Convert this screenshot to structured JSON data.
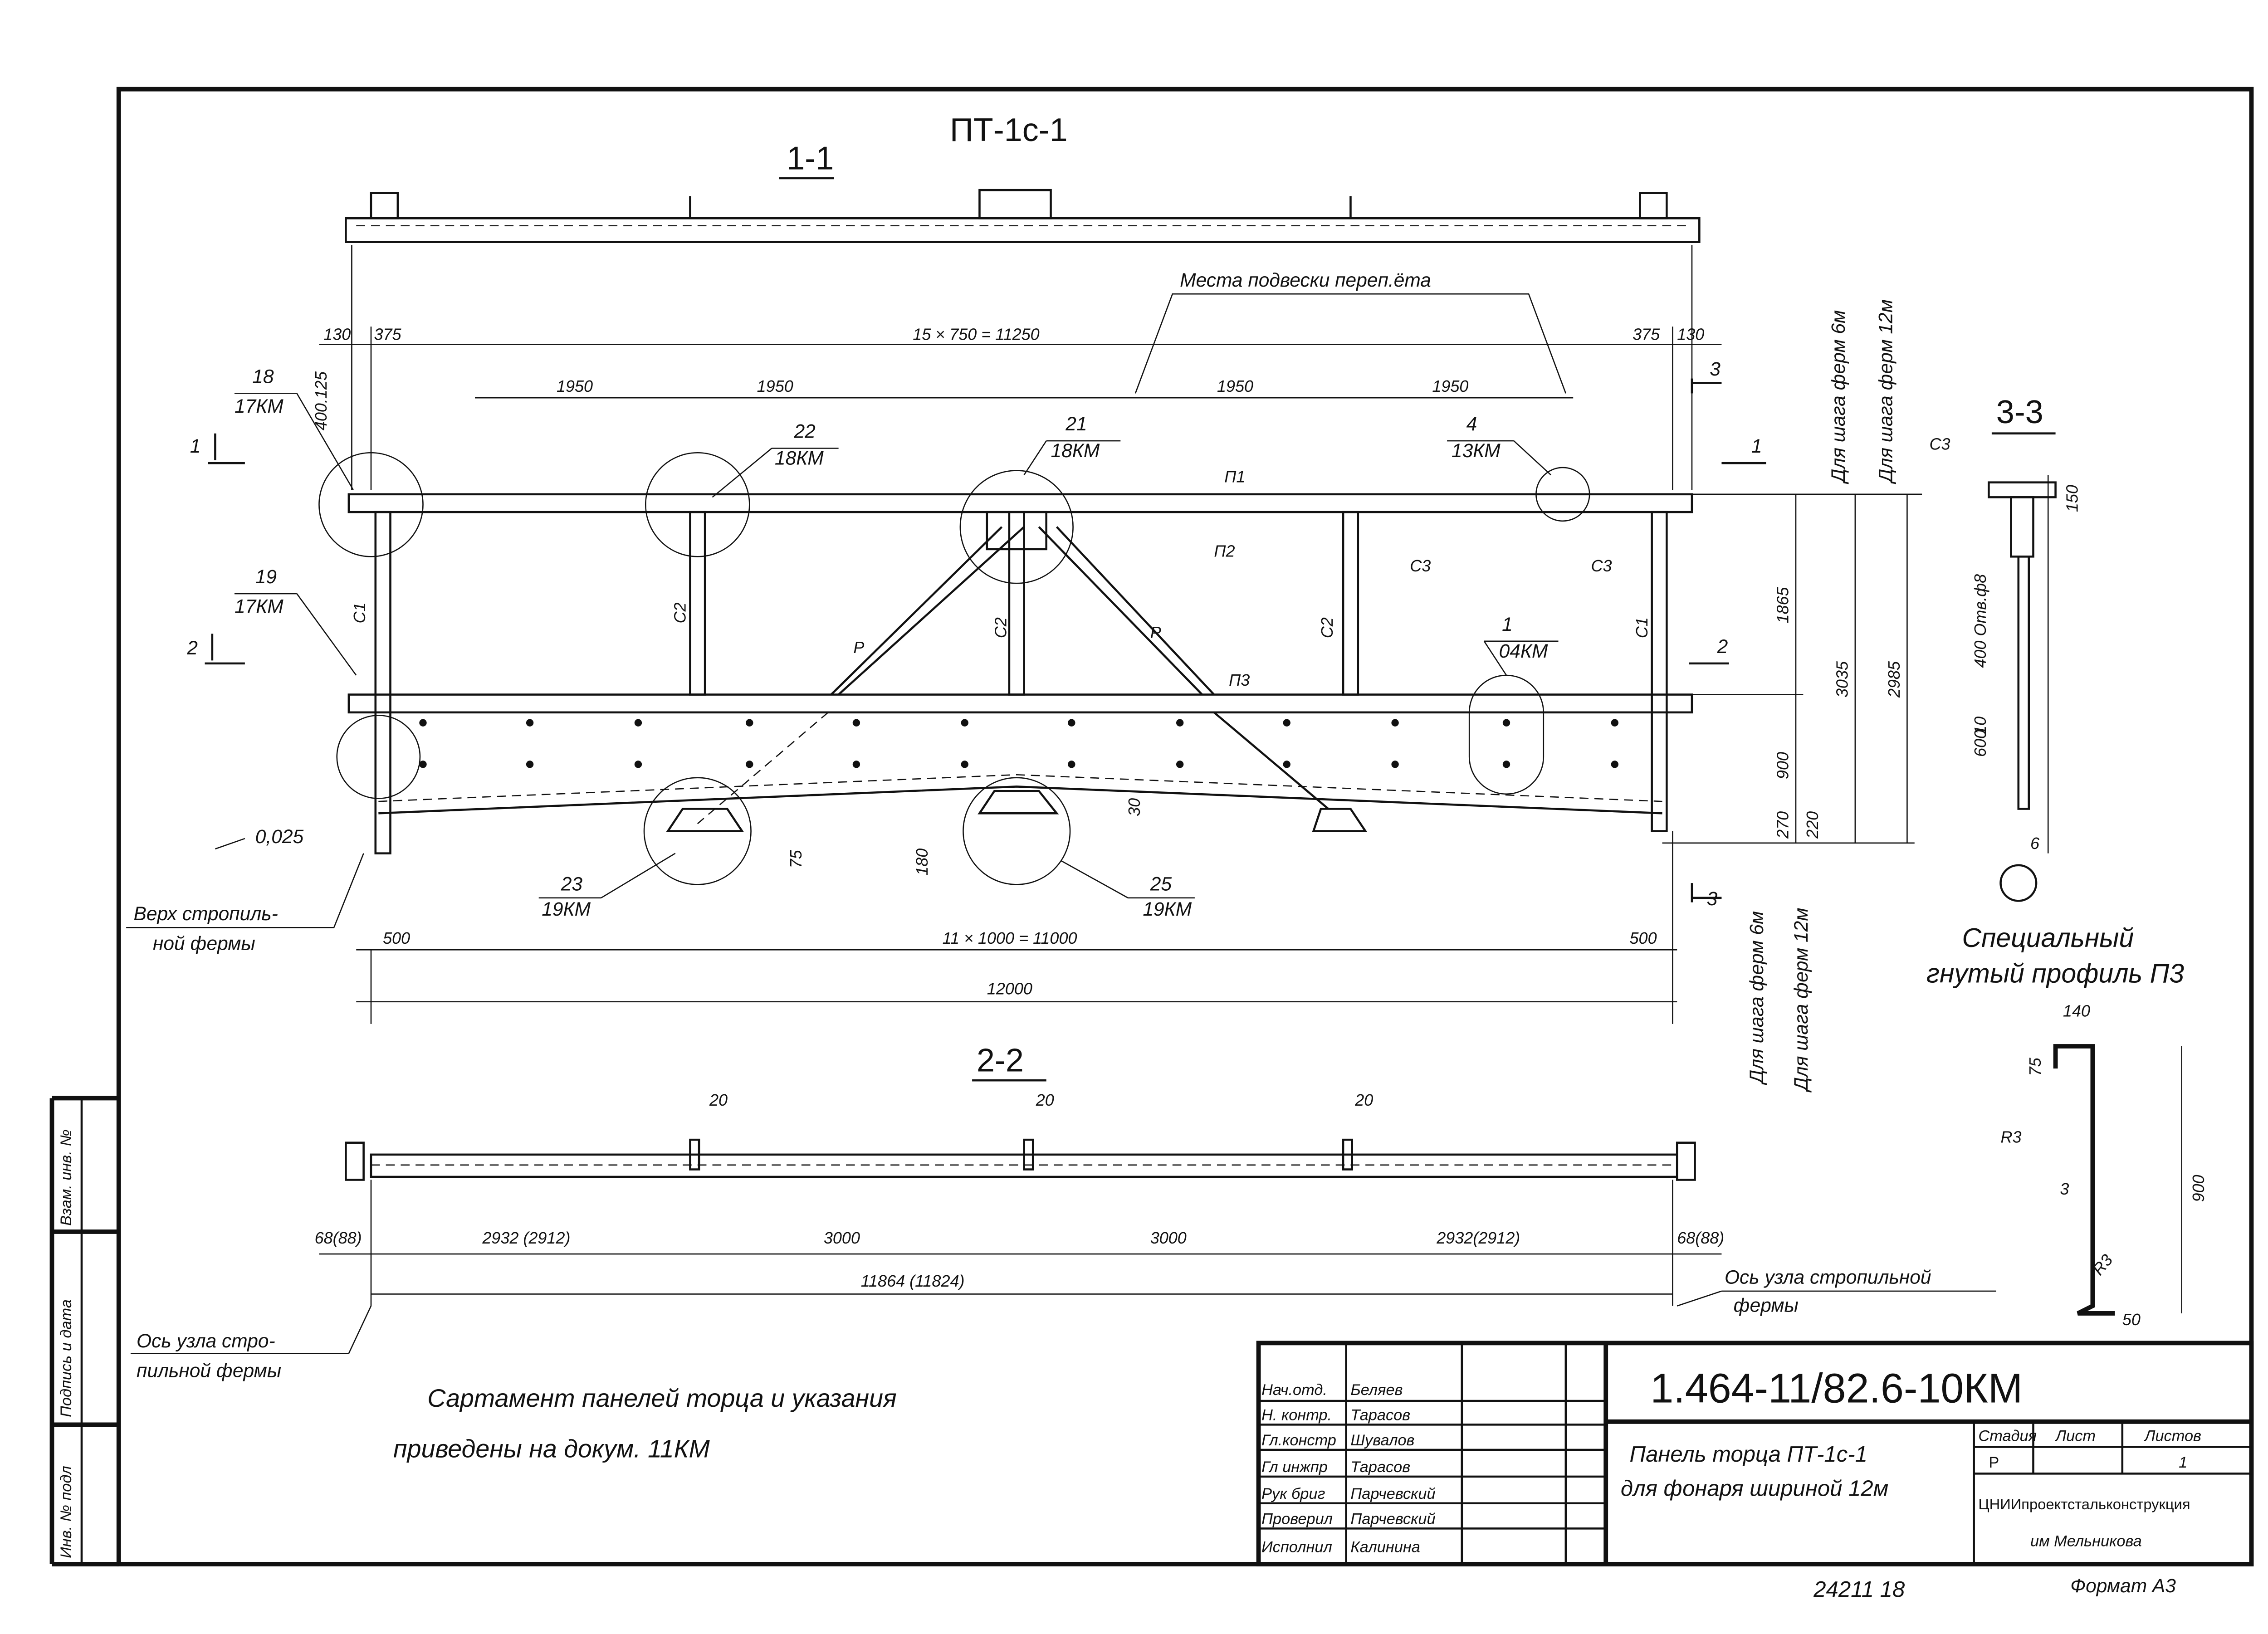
{
  "drawing": {
    "title": "ПТ-1с-1",
    "section_1_1": "1-1",
    "section_2_2": "2-2",
    "section_3_3": "3-3",
    "section_marks": {
      "left1": "1",
      "left2": "2",
      "right1": "1",
      "right2": "2",
      "right3_top": "3",
      "right3_bottom": "3"
    },
    "suspension_label": "Места подвески переп.ёта",
    "top_dims": {
      "d130_left": "130",
      "d375_left": "375",
      "main": "15 × 750 = 11250",
      "d375_right": "375",
      "d130_right": "130"
    },
    "span_dims": [
      "1950",
      "1950",
      "1950",
      "1950"
    ],
    "bottom_dims": {
      "d500_left": "500",
      "main": "11 × 1000 = 11000",
      "d500_right": "500",
      "total": "12000"
    },
    "right_dims": {
      "h1865": "1865",
      "h3035": "3035",
      "h2985": "2985",
      "h900": "900",
      "h270": "270",
      "h220": "220"
    },
    "misc_dims": {
      "d400_125": "400.125",
      "d75": "75",
      "d180": "180",
      "d30": "30"
    },
    "slope": "0,025",
    "callouts": [
      {
        "num": "18",
        "ref": "17КМ"
      },
      {
        "num": "22",
        "ref": "18КМ"
      },
      {
        "num": "21",
        "ref": "18КМ"
      },
      {
        "num": "4",
        "ref": "13КМ"
      },
      {
        "num": "19",
        "ref": "17КМ"
      },
      {
        "num": "1",
        "ref": "04КМ"
      },
      {
        "num": "23",
        "ref": "19КМ"
      },
      {
        "num": "25",
        "ref": "19КМ"
      }
    ],
    "members": {
      "p1": "П1",
      "p2": "П2",
      "p3": "П3",
      "c1": "С1",
      "c2": "С2",
      "c3": "С3",
      "r": "Р"
    },
    "truss_top_label": "Верх стропиль-",
    "truss_top_label2": "ной фермы",
    "step_labels": {
      "step6": "Для шага ферм 6м",
      "step12": "Для шага ферм 12м"
    },
    "section_3_3_dims": {
      "c3": "С3",
      "d150": "150",
      "holes": "400 Отв.ф8",
      "d600": "600",
      "d10": "10",
      "d6": "6"
    },
    "profile_title_1": "Специальный",
    "profile_title_2": "гнутый профиль П3",
    "profile_dims": {
      "d140": "140",
      "d75": "75",
      "r3a": "R3",
      "d3": "3",
      "d900": "900",
      "r3b": "R3",
      "d50": "50"
    },
    "section_2_2_dims": {
      "d20": "20",
      "left_end": "68(88)",
      "s1": "2932 (2912)",
      "s2": "3000",
      "s3": "3000",
      "s4": "2932(2912)",
      "right_end": "68(88)",
      "total": "11864 (11824)"
    },
    "axis_label_right_1": "Ось узла стропильной",
    "axis_label_right_2": "фермы",
    "axis_label_left_1": "Ось узла стро-",
    "axis_label_left_2": "пильной фермы"
  },
  "note": {
    "line1": "Сартамент панелей торца и указания",
    "line2": "приведены на докум. 11КМ"
  },
  "stamp": {
    "inv_orig": "Инв. № подл",
    "sign_date": "Подпись и дата",
    "inv_repl": "Взам. инв. №"
  },
  "title_block": {
    "code": "1.464-11/82.6-10КМ",
    "name_line1": "Панель торца ПТ-1с-1",
    "name_line2": "для фонаря шириной 12м",
    "stage_label": "Стадия",
    "sheet_label": "Лист",
    "sheets_label": "Листов",
    "stage": "Р",
    "sheet": "",
    "sheets": "1",
    "org_line1": "ЦНИИпроектстальконструкция",
    "org_line2": "им Мельникова",
    "signers": [
      {
        "role": "Нач.отд.",
        "name": "Беляев"
      },
      {
        "role": "Н. контр.",
        "name": "Тарасов"
      },
      {
        "role": "Гл.констр",
        "name": "Шувалов"
      },
      {
        "role": "Гл инжпр",
        "name": "Тарасов"
      },
      {
        "role": "Рук бриг",
        "name": "Парчевский"
      },
      {
        "role": "Проверил",
        "name": "Парчевский"
      },
      {
        "role": "Исполнил",
        "name": "Калинина"
      }
    ]
  },
  "footer": {
    "number": "24211  18",
    "format": "Формат А3"
  }
}
